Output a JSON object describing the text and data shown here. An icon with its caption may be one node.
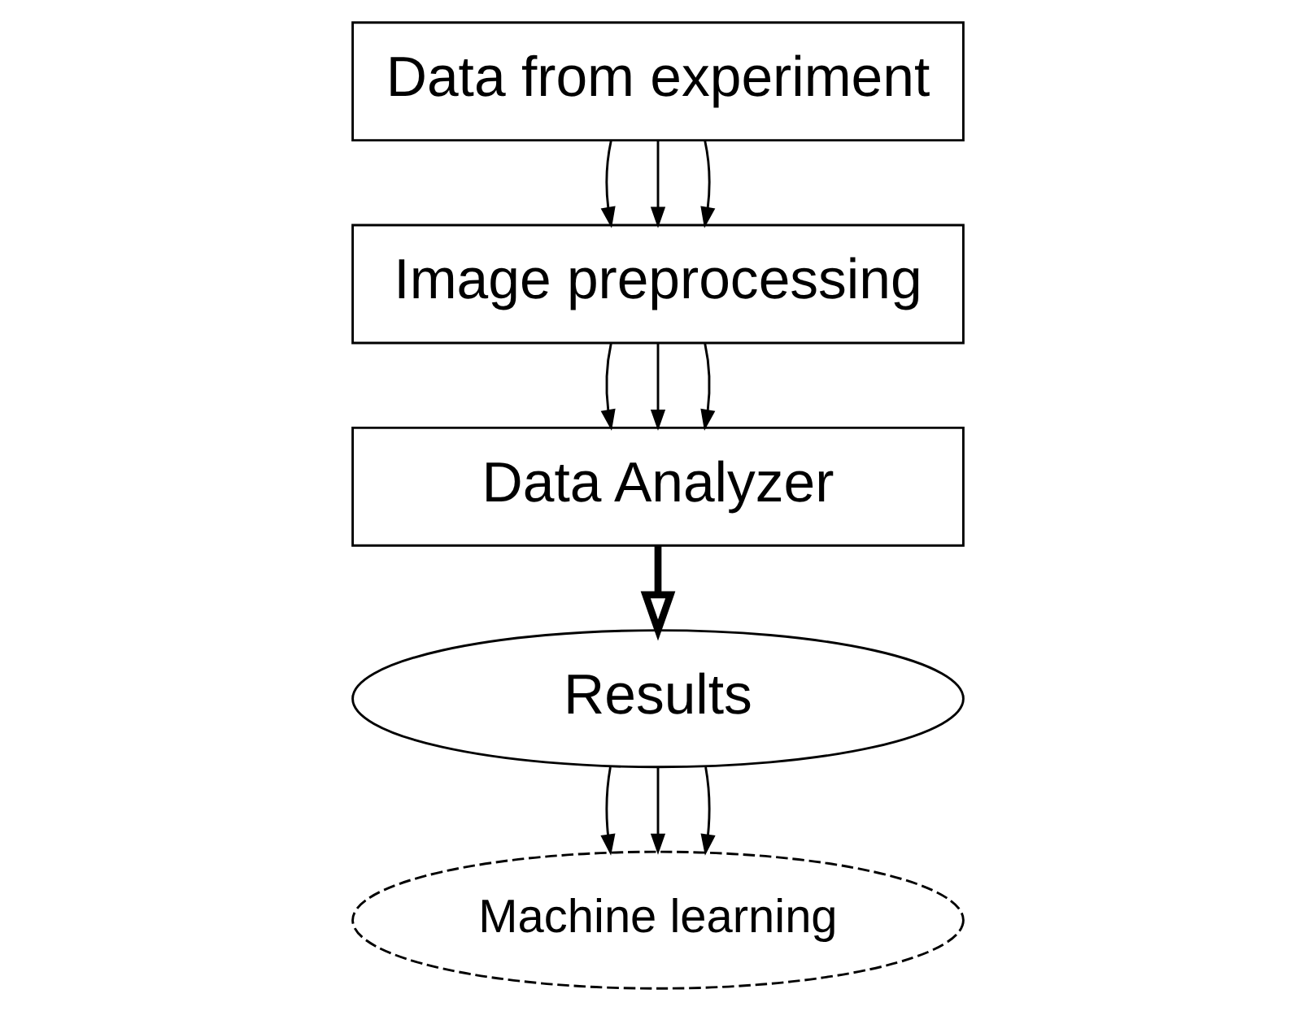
{
  "diagram": {
    "nodes": [
      {
        "text": [
          "Data from experiment"
        ]
      },
      {
        "text": [
          "Image preprocessing"
        ]
      },
      {
        "text": [
          "Data Analyzer"
        ]
      },
      {
        "text": [
          "Results"
        ]
      },
      {
        "text": [
          "Machine learning"
        ]
      }
    ],
    "edges": [
      {
        "from": 0,
        "to": 1,
        "arrow": "to"
      },
      {
        "from": 0,
        "to": 1,
        "arrow": "to"
      },
      {
        "from": 0,
        "to": 1,
        "arrow": "to"
      },
      {
        "from": 1,
        "to": 2,
        "arrow": "to"
      },
      {
        "from": 1,
        "to": 2,
        "arrow": "to"
      },
      {
        "from": 1,
        "to": 2,
        "arrow": "to"
      },
      {
        "from": 2,
        "to": 3,
        "arrow": "to",
        "style": "thick"
      },
      {
        "from": 3,
        "to": 4,
        "arrow": "to"
      },
      {
        "from": 3,
        "to": 4,
        "arrow": "to"
      },
      {
        "from": 3,
        "to": 4,
        "arrow": "to"
      }
    ]
  }
}
